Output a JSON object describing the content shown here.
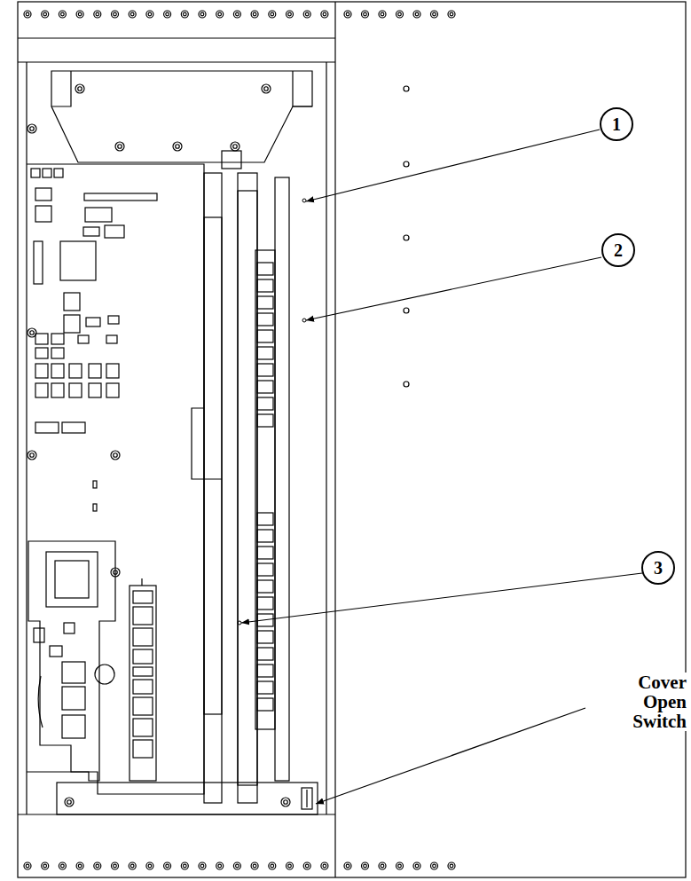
{
  "diagram": {
    "nodes": [
      {
        "text": [
          "1"
        ]
      },
      {
        "text": [
          "2"
        ]
      },
      {
        "text": [
          "3"
        ]
      }
    ],
    "labels": [
      "Cover Open Switch"
    ]
  }
}
